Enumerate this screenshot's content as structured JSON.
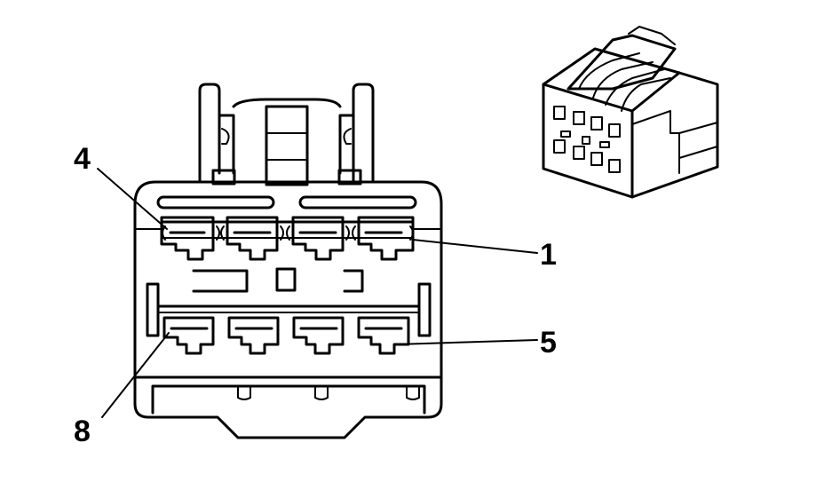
{
  "pin_labels": {
    "p4": "4",
    "p1": "1",
    "p5": "5",
    "p8": "8"
  }
}
